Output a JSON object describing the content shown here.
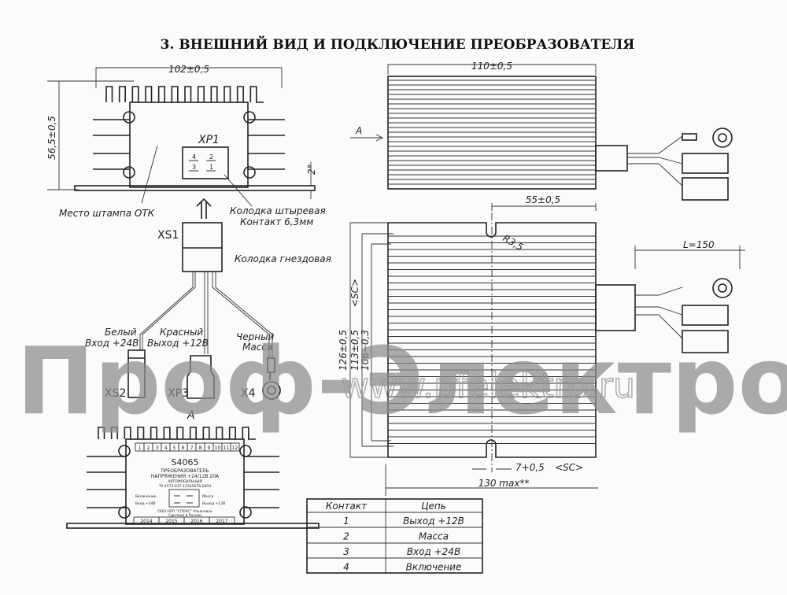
{
  "title": "3. ВНЕШНИЙ ВИД И ПОДКЛЮЧЕНИЕ ПРЕОБРАЗОВАТЕЛЯ",
  "front_view": {
    "dim_width": "102±0,5",
    "dim_height": "56,5±0,5",
    "dim_angle": "2°",
    "connector": "XP1",
    "pins": [
      "4",
      "2",
      "3",
      "1"
    ],
    "label_stamp": "Место штампа ОТК",
    "label_pin_block_1": "Колодка штыревая",
    "label_pin_block_2": "Контакт 6,3мм"
  },
  "harness": {
    "socket": "XS1",
    "socket_label": "Колодка гнездовая",
    "wires": [
      {
        "color": "Белый",
        "function": "Вход +24В",
        "terminal": "XS2"
      },
      {
        "color": "Красный",
        "function": "Выход +12В",
        "terminal": "XP3"
      },
      {
        "color": "Черный",
        "function": "Масса",
        "terminal": "X4"
      }
    ]
  },
  "view_a": {
    "label": "A",
    "months": [
      "1",
      "2",
      "3",
      "4",
      "5",
      "6",
      "7",
      "8",
      "9",
      "10",
      "11",
      "12"
    ],
    "model": "S4065",
    "name_1": "ПРЕОБРАЗОВАТЕЛЬ",
    "name_2": "НАПРЯЖЕНИЯ +24/12В 20А",
    "name_3": "АВТОМОБИЛЬНЫЙ",
    "spec": "ТУ 4573-037-12345678-2004",
    "pin_left_1": "Включение",
    "pin_left_2": "Вход +24В",
    "pin_right_1": "Масса",
    "pin_right_2": "Выход +12В",
    "maker": "ООО НПП \"СПЕКС\" Ульяновск",
    "maker_2": "Сделано в России",
    "years": [
      "2014",
      "2015",
      "2016",
      "2017"
    ]
  },
  "side_view": {
    "dim_length": "110±0,5",
    "arrow_label": "A"
  },
  "top_view": {
    "dim_55": "55±0,5",
    "radius": "R3,5",
    "dim_126": "126±0,5",
    "dim_113": "113±0,5",
    "dim_sc": "<SC>",
    "dim_106": "106−0,3",
    "dim_7": "7+0,5",
    "dim_sc2": "<SC>",
    "dim_130": "130 max**",
    "dim_l": "L=150"
  },
  "table": {
    "headers": [
      "Контакт",
      "Цепь"
    ],
    "rows": [
      [
        "1",
        "Выход +12В"
      ],
      [
        "2",
        "Масса"
      ],
      [
        "3",
        "Вход +24В"
      ],
      [
        "4",
        "Включение"
      ]
    ]
  },
  "watermark": {
    "brand": "Проф-Электро",
    "url": "www.pfelektro.ru"
  }
}
